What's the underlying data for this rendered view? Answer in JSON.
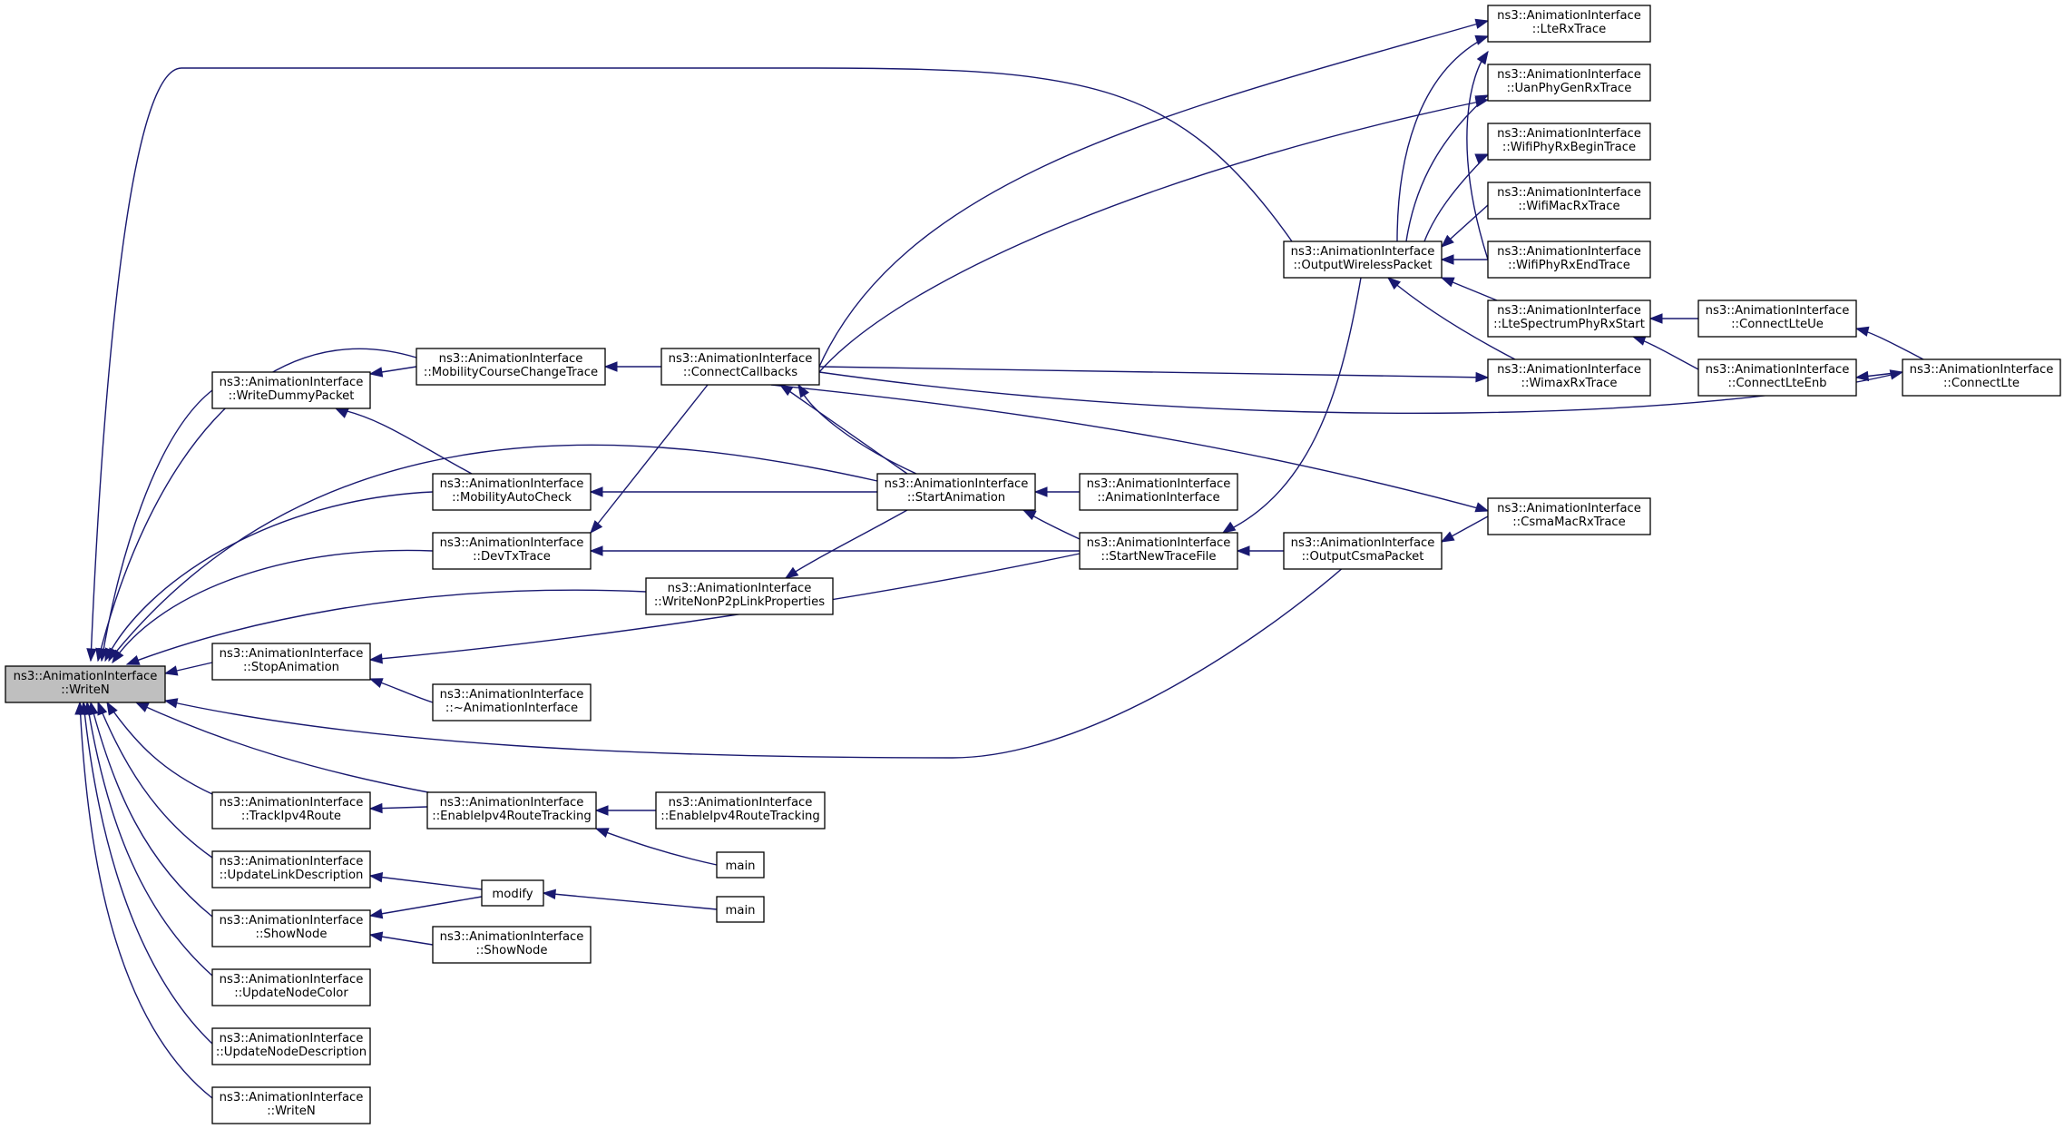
{
  "colors": {
    "edge": "#191970",
    "focus_fill": "#bfbfbf",
    "node_fill": "#ffffff",
    "border": "#000000"
  },
  "nodes": {
    "writen_main": [
      "ns3::AnimationInterface",
      "::WriteN"
    ],
    "write_dummy_packet": [
      "ns3::AnimationInterface",
      "::WriteDummyPacket"
    ],
    "stop_animation": [
      "ns3::AnimationInterface",
      "::StopAnimation"
    ],
    "track_ipv4_route": [
      "ns3::AnimationInterface",
      "::TrackIpv4Route"
    ],
    "update_link_description": [
      "ns3::AnimationInterface",
      "::UpdateLinkDescription"
    ],
    "show_node": [
      "ns3::AnimationInterface",
      "::ShowNode"
    ],
    "update_node_color": [
      "ns3::AnimationInterface",
      "::UpdateNodeColor"
    ],
    "update_node_description": [
      "ns3::AnimationInterface",
      "::UpdateNodeDescription"
    ],
    "writen_2": [
      "ns3::AnimationInterface",
      "::WriteN"
    ],
    "mobility_course_change": [
      "ns3::AnimationInterface",
      "::MobilityCourseChangeTrace"
    ],
    "mobility_auto_check": [
      "ns3::AnimationInterface",
      "::MobilityAutoCheck"
    ],
    "dev_tx_trace": [
      "ns3::AnimationInterface",
      "::DevTxTrace"
    ],
    "destructor": [
      "ns3::AnimationInterface",
      "::~AnimationInterface"
    ],
    "enable_ipv4_route_tracking": [
      "ns3::AnimationInterface",
      "::EnableIpv4RouteTracking"
    ],
    "modify": [
      "modify"
    ],
    "show_node_2": [
      "ns3::AnimationInterface",
      "::ShowNode"
    ],
    "connect_callbacks": [
      "ns3::AnimationInterface",
      "::ConnectCallbacks"
    ],
    "write_non_p2p": [
      "ns3::AnimationInterface",
      "::WriteNonP2pLinkProperties"
    ],
    "enable_ipv4_route_tracking_2": [
      "ns3::AnimationInterface",
      "::EnableIpv4RouteTracking"
    ],
    "main_1": [
      "main"
    ],
    "main_2": [
      "main"
    ],
    "start_animation": [
      "ns3::AnimationInterface",
      "::StartAnimation"
    ],
    "constructor": [
      "ns3::AnimationInterface",
      "::AnimationInterface"
    ],
    "start_new_trace_file": [
      "ns3::AnimationInterface",
      "::StartNewTraceFile"
    ],
    "output_wireless_packet": [
      "ns3::AnimationInterface",
      "::OutputWirelessPacket"
    ],
    "output_csma_packet": [
      "ns3::AnimationInterface",
      "::OutputCsmaPacket"
    ],
    "lte_rx_trace": [
      "ns3::AnimationInterface",
      "::LteRxTrace"
    ],
    "uan_phy_gen_rx_trace": [
      "ns3::AnimationInterface",
      "::UanPhyGenRxTrace"
    ],
    "wifi_phy_rx_begin_trace": [
      "ns3::AnimationInterface",
      "::WifiPhyRxBeginTrace"
    ],
    "wifi_mac_rx_trace": [
      "ns3::AnimationInterface",
      "::WifiMacRxTrace"
    ],
    "wifi_phy_rx_end_trace": [
      "ns3::AnimationInterface",
      "::WifiPhyRxEndTrace"
    ],
    "lte_spectrum_phy_rx_start": [
      "ns3::AnimationInterface",
      "::LteSpectrumPhyRxStart"
    ],
    "wimax_rx_trace": [
      "ns3::AnimationInterface",
      "::WimaxRxTrace"
    ],
    "csma_mac_rx_trace": [
      "ns3::AnimationInterface",
      "::CsmaMacRxTrace"
    ],
    "connect_lte_ue": [
      "ns3::AnimationInterface",
      "::ConnectLteUe"
    ],
    "connect_lte_enb": [
      "ns3::AnimationInterface",
      "::ConnectLteEnb"
    ],
    "connect_lte": [
      "ns3::AnimationInterface",
      "::ConnectLte"
    ]
  }
}
